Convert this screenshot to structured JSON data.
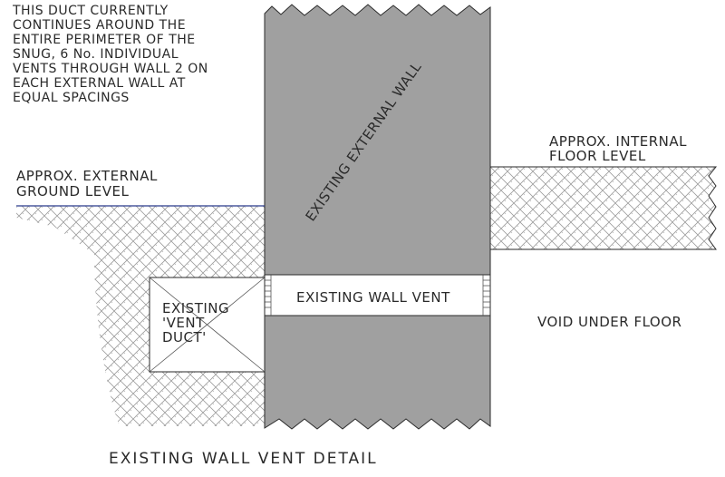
{
  "notes": {
    "duct_note": [
      "THIS DUCT CURRENTLY",
      "CONTINUES AROUND THE",
      "ENTIRE PERIMETER OF THE",
      "SNUG, 6 No. INDIVIDUAL",
      "VENTS THROUGH WALL 2 ON",
      "EACH EXTERNAL WALL AT",
      "EQUAL SPACINGS"
    ]
  },
  "labels": {
    "external_ground": [
      "APPROX. EXTERNAL",
      "GROUND LEVEL"
    ],
    "internal_floor": [
      "APPROX. INTERNAL",
      "FLOOR LEVEL"
    ],
    "external_wall": "EXISTING EXTERNAL WALL",
    "wall_vent": "EXISTING WALL VENT",
    "vent_duct": [
      "EXISTING",
      "'VENT",
      "DUCT'"
    ],
    "void": "VOID UNDER FLOOR"
  },
  "title": "EXISTING WALL VENT DETAIL",
  "colors": {
    "wall": "#a0a0a0",
    "line": "#2a2a2a",
    "ground_line": "#2a3a8c",
    "hatch": "#9a9a9a"
  }
}
